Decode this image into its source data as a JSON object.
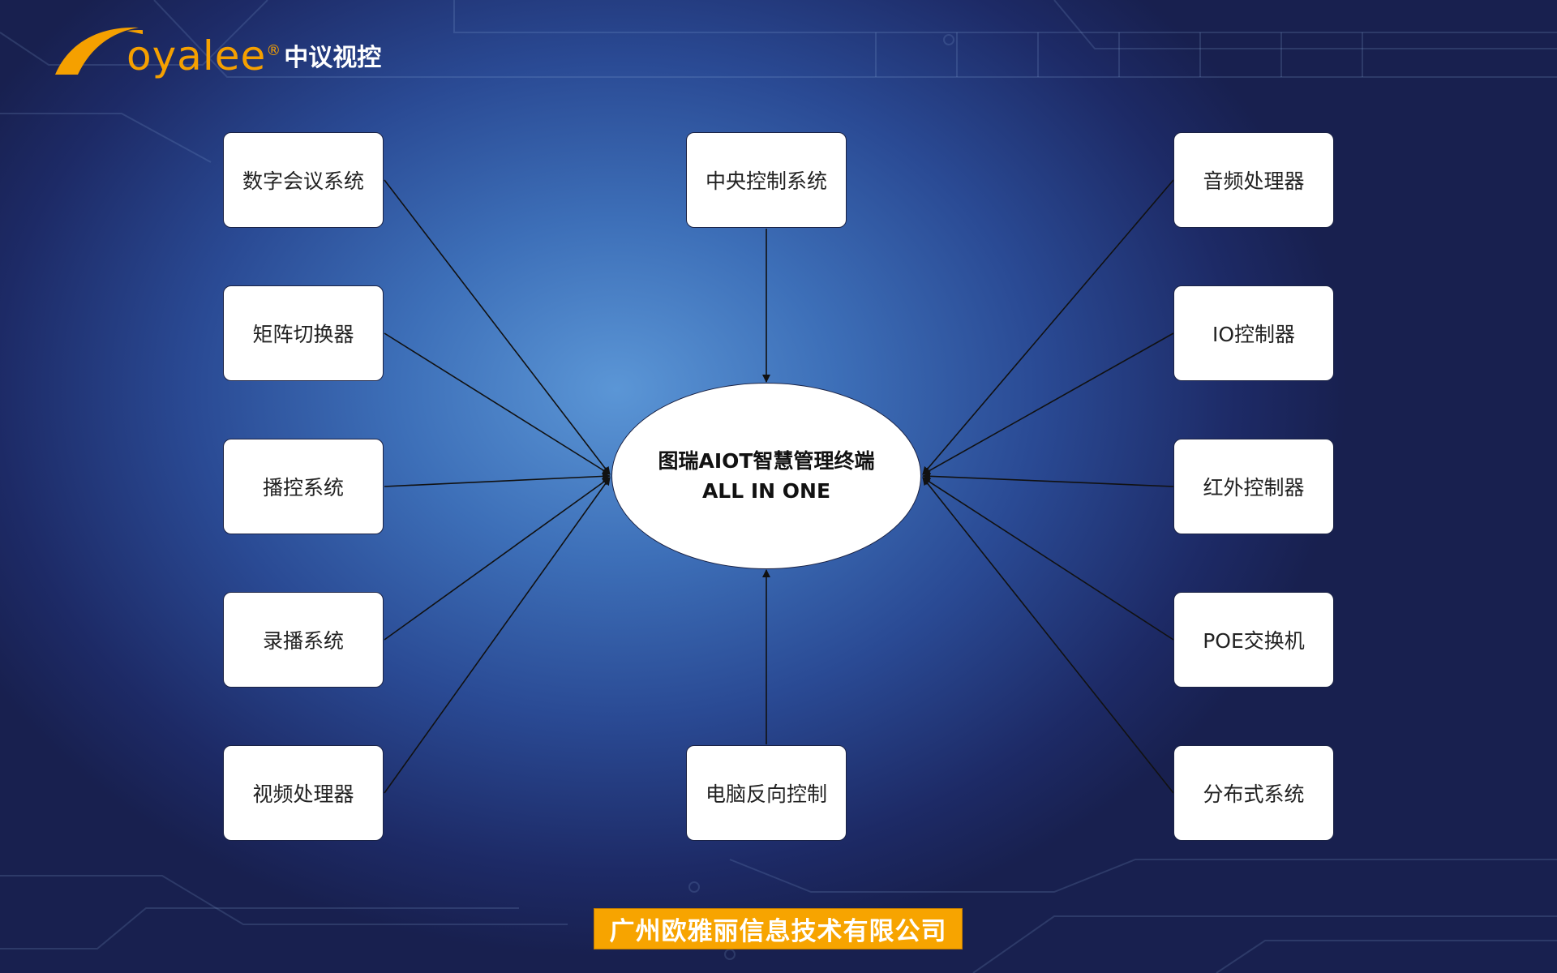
{
  "logo": {
    "brand": "oyalee",
    "registered": "®",
    "cn_name": "中议视控",
    "color": "#f5a000"
  },
  "hub": {
    "line1": "图瑞AIOT智慧管理终端",
    "line2": "ALL IN ONE"
  },
  "left_nodes": [
    "数字会议系统",
    "矩阵切换器",
    "播控系统",
    "录播系统",
    "视频处理器"
  ],
  "right_nodes": [
    "音频处理器",
    "IO控制器",
    "红外控制器",
    "POE交换机",
    "分布式系统"
  ],
  "top_node": "中央控制系统",
  "bottom_node": "电脑反向控制",
  "footer": {
    "company": "广州欧雅丽信息技术有限公司",
    "color": "#f7a400"
  }
}
